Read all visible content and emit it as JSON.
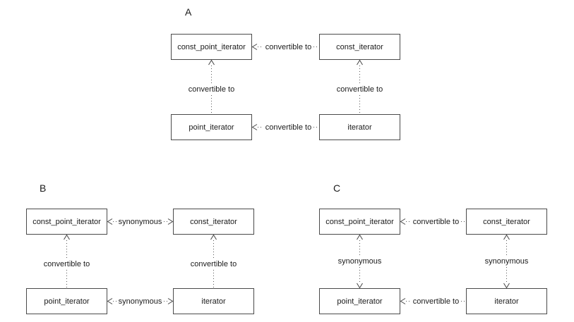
{
  "page": {
    "background": "#ffffff"
  },
  "colors": {
    "box_border": "#4a4a4a",
    "line": "#555555",
    "text": "#1a1a1a"
  },
  "diagrams": [
    {
      "label": "A",
      "boxes": {
        "top_left": "const_point_iterator",
        "top_right": "const_iterator",
        "bottom_left": "point_iterator",
        "bottom_right": "iterator"
      },
      "edges": {
        "top": {
          "label": "convertible to",
          "arrows": "left"
        },
        "bottom": {
          "label": "convertible to",
          "arrows": "left"
        },
        "left": {
          "label": "convertible to",
          "arrows": "up"
        },
        "right": {
          "label": "convertible to",
          "arrows": "up"
        }
      }
    },
    {
      "label": "B",
      "boxes": {
        "top_left": "const_point_iterator",
        "top_right": "const_iterator",
        "bottom_left": "point_iterator",
        "bottom_right": "iterator"
      },
      "edges": {
        "top": {
          "label": "synonymous",
          "arrows": "both"
        },
        "bottom": {
          "label": "synonymous",
          "arrows": "both"
        },
        "left": {
          "label": "convertible to",
          "arrows": "up"
        },
        "right": {
          "label": "convertible to",
          "arrows": "up"
        }
      }
    },
    {
      "label": "C",
      "boxes": {
        "top_left": "const_point_iterator",
        "top_right": "const_iterator",
        "bottom_left": "point_iterator",
        "bottom_right": "iterator"
      },
      "edges": {
        "top": {
          "label": "convertible to",
          "arrows": "left"
        },
        "bottom": {
          "label": "convertible to",
          "arrows": "left"
        },
        "left": {
          "label": "synonymous",
          "arrows": "both"
        },
        "right": {
          "label": "synonymous",
          "arrows": "both"
        }
      }
    }
  ]
}
